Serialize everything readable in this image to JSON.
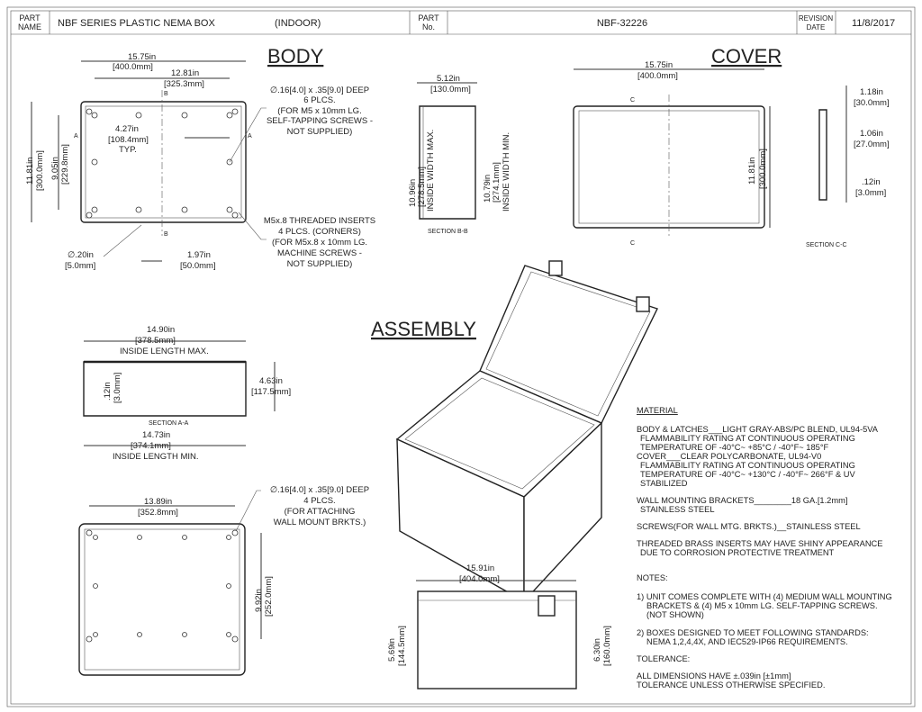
{
  "title_block": {
    "part_name_label": [
      "PART",
      "NAME"
    ],
    "part_name": "NBF SERIES PLASTIC NEMA BOX",
    "environment": "(INDOOR)",
    "part_no_label": [
      "PART",
      "No."
    ],
    "part_no": "NBF-32226",
    "revision_label": [
      "REVISION",
      "DATE"
    ],
    "revision_date": "11/8/2017"
  },
  "headings": {
    "body": "BODY",
    "cover": "COVER",
    "assembly": "ASSEMBLY"
  },
  "body_view": {
    "dim_width": [
      "15.75in",
      "[400.0mm]"
    ],
    "dim_inner": [
      "12.81in",
      "[325.3mm]"
    ],
    "dim_typ": [
      "4.27in",
      "[108.4mm]",
      "TYP."
    ],
    "dim_height": [
      "11.81in",
      "[300.0mm]"
    ],
    "dim_inner_height": [
      "9.05in",
      "[229.8mm]"
    ],
    "dim_hole": [
      "∅.20in",
      "[5.0mm]"
    ],
    "dim_offset": [
      "1.97in",
      "[50.0mm]"
    ],
    "note_holes": [
      "∅.16[4.0] x .35[9.0] DEEP",
      "6 PLCS.",
      "(FOR M5 x 10mm LG.",
      "SELF-TAPPING SCREWS -",
      "NOT SUPPLIED)"
    ],
    "note_inserts": [
      "M5x.8 THREADED INSERTS",
      "4 PLCS. (CORNERS)",
      "(FOR M5x.8 x 10mm LG.",
      "MACHINE SCREWS -",
      "NOT SUPPLIED)"
    ],
    "section_marks": [
      "A",
      "A",
      "B",
      "B"
    ]
  },
  "section_bb": {
    "dim_depth": [
      "5.12in",
      "[130.0mm]"
    ],
    "dim_max": [
      "10.96in",
      "[278.5mm]",
      "INSIDE WIDTH MAX."
    ],
    "dim_min": [
      "10.79in",
      "[274.1mm]",
      "INSIDE WIDTH MIN."
    ],
    "label": "SECTION B-B"
  },
  "cover_view": {
    "dim_width": [
      "15.75in",
      "[400.0mm]"
    ],
    "dim_height": [
      "11.81in",
      "[300.0mm]"
    ],
    "section_marks": [
      "C",
      "C"
    ]
  },
  "section_cc": {
    "dim_1": [
      "1.18in",
      "[30.0mm]"
    ],
    "dim_2": [
      "1.06in",
      "[27.0mm]"
    ],
    "dim_3": [
      ".12in",
      "[3.0mm]"
    ],
    "label": "SECTION C-C"
  },
  "section_aa": {
    "dim_max": [
      "14.90in",
      "[378.5mm]",
      "INSIDE LENGTH MAX."
    ],
    "dim_height": [
      "4.63in",
      "[117.5mm]"
    ],
    "dim_wall": [
      ".12in",
      "[3.0mm]"
    ],
    "label": "SECTION A-A",
    "dim_min": [
      "14.73in",
      "[374.1mm]",
      "INSIDE LENGTH MIN."
    ]
  },
  "bottom_view": {
    "dim_width": [
      "13.89in",
      "[352.8mm]"
    ],
    "dim_height": [
      "9.92in",
      "[252.0mm]"
    ],
    "note": [
      "∅.16[4.0] x .35[9.0] DEEP",
      "4 PLCS.",
      "(FOR ATTACHING",
      "WALL MOUNT BRKTS.)"
    ]
  },
  "side_view": {
    "dim_width": [
      "15.91in",
      "[404.0mm]"
    ],
    "dim_left": [
      "5.69in",
      "[144.5mm]"
    ],
    "dim_right": [
      "6.30in",
      "[160.0mm]"
    ]
  },
  "notes": {
    "material_heading": "MATERIAL",
    "material_lines": [
      "BODY & LATCHES___LIGHT GRAY-ABS/PC BLEND, UL94-5VA",
      "  FLAMMABILITY RATING AT CONTINUOUS OPERATING",
      "  TEMPERATURE OF -40°C~ +85°C / -40°F~ 185°F",
      "COVER___CLEAR POLYCARBONATE, UL94-V0",
      "  FLAMMABILITY RATING AT CONTINUOUS OPERATING",
      "  TEMPERATURE OF -40°C~ +130°C / -40°F~ 266°F & UV",
      "  STABILIZED"
    ],
    "brackets": [
      "WALL MOUNTING BRACKETS________18 GA.[1.2mm]",
      "  STAINLESS STEEL"
    ],
    "screws": "SCREWS(FOR WALL MTG. BRKTS.)__STAINLESS STEEL",
    "inserts": [
      "THREADED BRASS INSERTS MAY HAVE SHINY APPEARANCE",
      "  DUE TO CORROSION PROTECTIVE TREATMENT"
    ],
    "notes_heading": "NOTES:",
    "note1": [
      "1) UNIT COMES COMPLETE WITH (4) MEDIUM WALL MOUNTING",
      "    BRACKETS & (4) M5 x 10mm LG. SELF-TAPPING SCREWS.",
      "    (NOT SHOWN)"
    ],
    "note2": [
      "2) BOXES DESIGNED TO MEET FOLLOWING STANDARDS:",
      "    NEMA 1,2,4,4X, AND IEC529-IP66 REQUIREMENTS."
    ],
    "tolerance_heading": "TOLERANCE:",
    "tolerance": [
      "ALL DIMENSIONS HAVE ±.039in [±1mm]",
      " TOLERANCE UNLESS OTHERWISE SPECIFIED."
    ]
  }
}
